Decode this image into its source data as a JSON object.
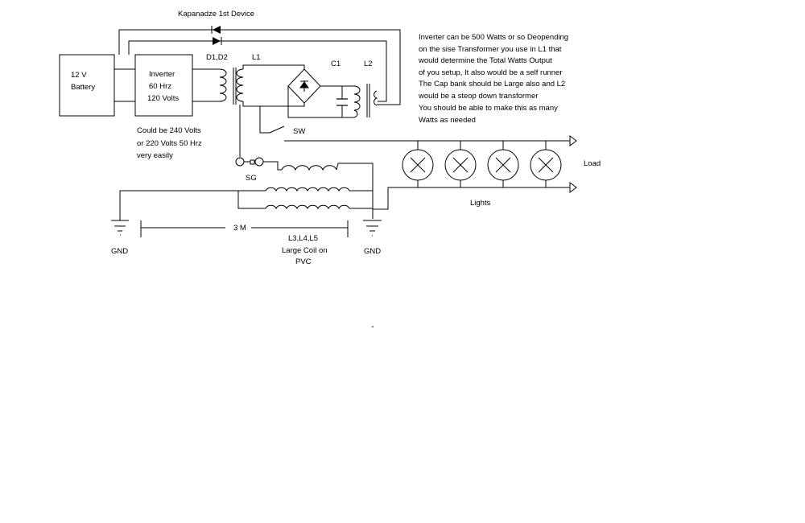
{
  "title": "Kapanadze 1st Device",
  "battery": {
    "line1": "12 V",
    "line2": "Battery"
  },
  "inverter": {
    "line1": "Inverter",
    "line2": "60 Hrz",
    "line3": "120 Volts"
  },
  "inverter_note": [
    "Could be 240 Volts",
    "or 220 Volts 50 Hrz",
    "very easily"
  ],
  "labels": {
    "diodes": "D1,D2",
    "l1": "L1",
    "c1": "C1",
    "l2": "L2",
    "sw": "SW",
    "sg": "SG",
    "load": "Load",
    "lights": "Lights",
    "distance": "3 M",
    "gnd_left": "GND",
    "gnd_right": "GND"
  },
  "coil_note": [
    "L3,L4,L5",
    "Large Coil on",
    "PVC"
  ],
  "description": [
    "Inverter can be 500 Watts or so Deopending",
    "on the sise Transformer you use in L1 that",
    "would determine the Total Watts Output",
    "of you setup, It also would be a self runner",
    "The Cap bank should be Large also and L2",
    "would be a  steop down transformer",
    "You should be able to make this as many",
    "Watts as needed"
  ],
  "lamp_count": 4
}
